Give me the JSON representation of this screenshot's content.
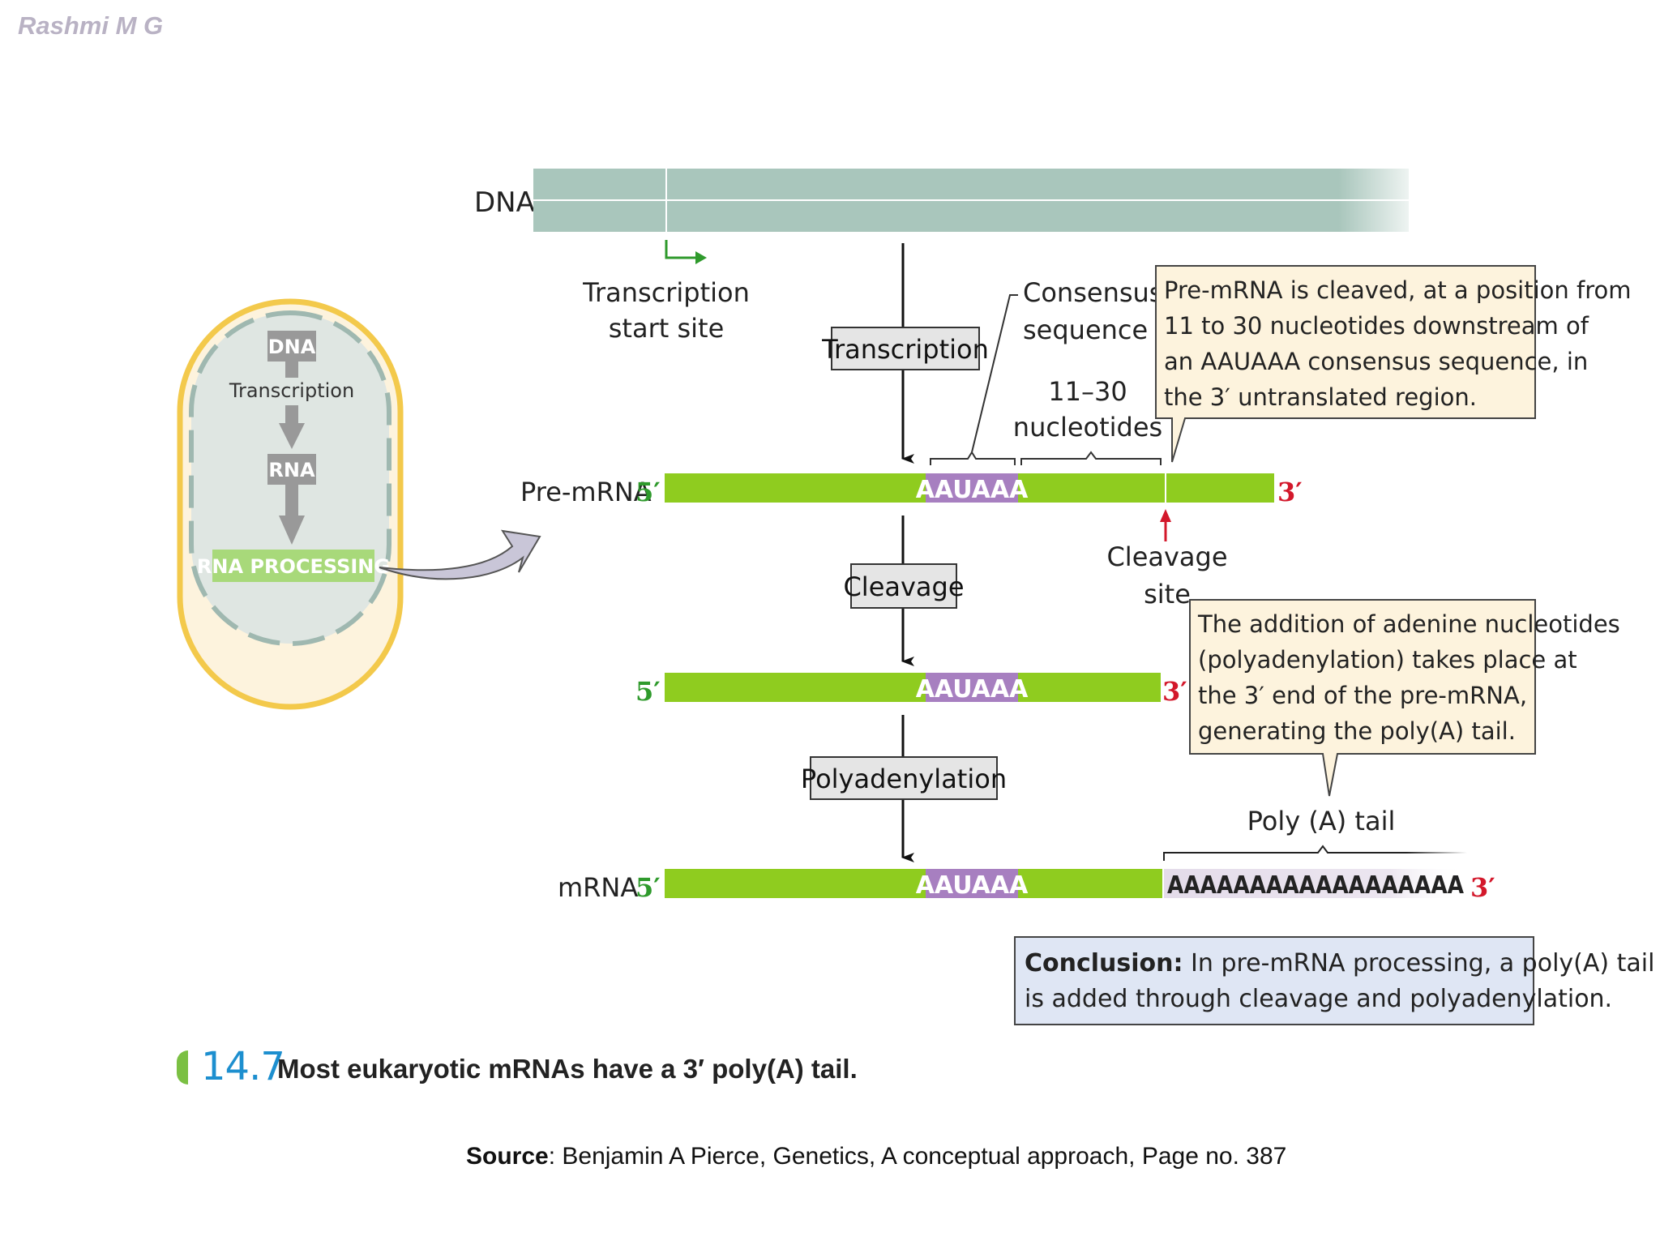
{
  "author": "Rashmi M G",
  "inset": {
    "dna": "DNA",
    "transcription": "Transcription",
    "rna": "RNA",
    "processing": "RNA PROCESSING"
  },
  "labels": {
    "dna": "DNA",
    "tss_line1": "Transcription",
    "tss_line2": "start site",
    "pre_mrna": "Pre-mRNA",
    "mrna": "mRNA",
    "consensus_line1": "Consensus",
    "consensus_line2": "sequence",
    "nt_line1": "11–30",
    "nt_line2": "nucleotides",
    "cleavage_line1": "Cleavage",
    "cleavage_line2": "site",
    "polya_tail": "Poly (A) tail",
    "five_prime": "5′",
    "three_prime": "3′",
    "aauaaa": "AAUAAA",
    "poly_a_seq": "AAAAAAAAAAAAAAAAAA"
  },
  "steps": {
    "transcription": "Transcription",
    "cleavage": "Cleavage",
    "polyadenylation": "Polyadenylation"
  },
  "callouts": {
    "cleavage": [
      "Pre-mRNA is cleaved, at a position from",
      "11 to 30 nucleotides  downstream of",
      "an AAUAAA consensus sequence, in",
      "the 3′ untranslated region."
    ],
    "polyadenylation": [
      "The addition of adenine nucleotides",
      "(polyadenylation) takes place at",
      "the  3′ end of the pre-mRNA,",
      "generating the poly(A) tail."
    ]
  },
  "conclusion": {
    "heading": "Conclusion:",
    "line1": " In pre-mRNA processing, a poly(A) tail",
    "line2": "is added through cleavage and polyadenylation."
  },
  "caption": {
    "number": "14.7",
    "title": "Most eukaryotic mRNAs have a 3′ poly(A) tail."
  },
  "source": {
    "label": "Source",
    "text": ": Benjamin A Pierce, Genetics, A conceptual approach, Page no. 387"
  },
  "colors": {
    "rna_green": "#8fcc1f",
    "aauaaa_purple": "#a77fc0",
    "dna_teal": "#a9c6bc",
    "cell_yellow": "#f3c94b",
    "callout_fill": "#fdf3dd",
    "conclusion_fill": "#dfe6f4"
  }
}
